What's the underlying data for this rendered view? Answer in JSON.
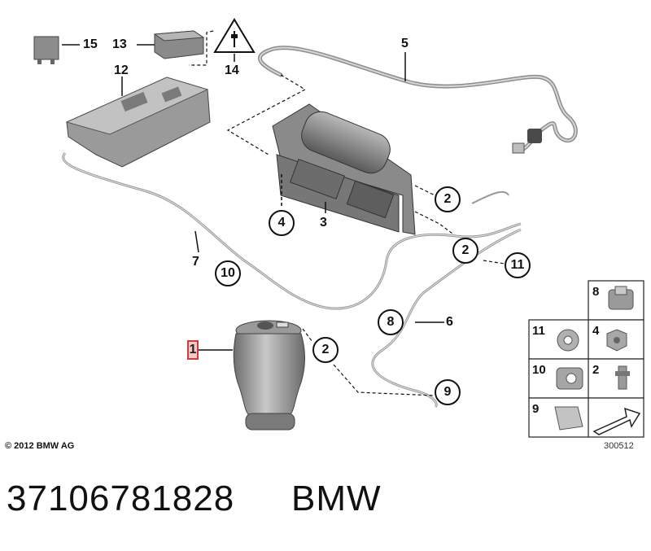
{
  "diagram": {
    "callouts": {
      "c1": "1",
      "c3": "3",
      "c5": "5",
      "c6": "6",
      "c7": "7",
      "c12": "12",
      "c13": "13",
      "c14": "14",
      "c15": "15"
    },
    "circled": {
      "c2a": "2",
      "c2b": "2",
      "c2c": "2",
      "c4": "4",
      "c8": "8",
      "c9": "9",
      "c10": "10",
      "c11": "11"
    },
    "legend": {
      "n8": "8",
      "n11": "11",
      "n4": "4",
      "n10": "10",
      "n2": "2",
      "n9": "9"
    },
    "copyright": "© 2012 BMW AG",
    "diagram_ref": "300512"
  },
  "footer": {
    "part_number": "37106781828",
    "brand": "BMW"
  },
  "colors": {
    "highlight_border": "#d23b3b",
    "highlight_fill": "#f3c9c9",
    "part_gray": "#8a8a8a"
  }
}
